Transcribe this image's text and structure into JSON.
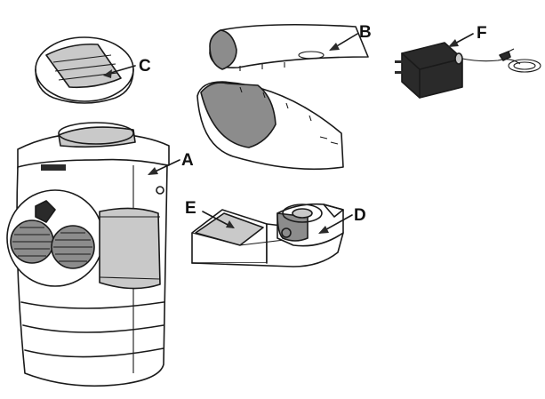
{
  "diagram": {
    "labels": {
      "a": "A",
      "b": "B",
      "c": "C",
      "d": "D",
      "e": "E",
      "f": "F"
    },
    "parts": {
      "a": "humidifier-base-unit",
      "b": "two-piece-cover-shell",
      "c": "round-cap",
      "d": "mounting-bracket-post",
      "e": "angled-stand-base",
      "f": "power-adapter-with-cord"
    },
    "colors": {
      "outline": "#1a1a1a",
      "shading": "#8c8c8c",
      "light_shading": "#c9c9c9",
      "background": "#ffffff"
    }
  }
}
